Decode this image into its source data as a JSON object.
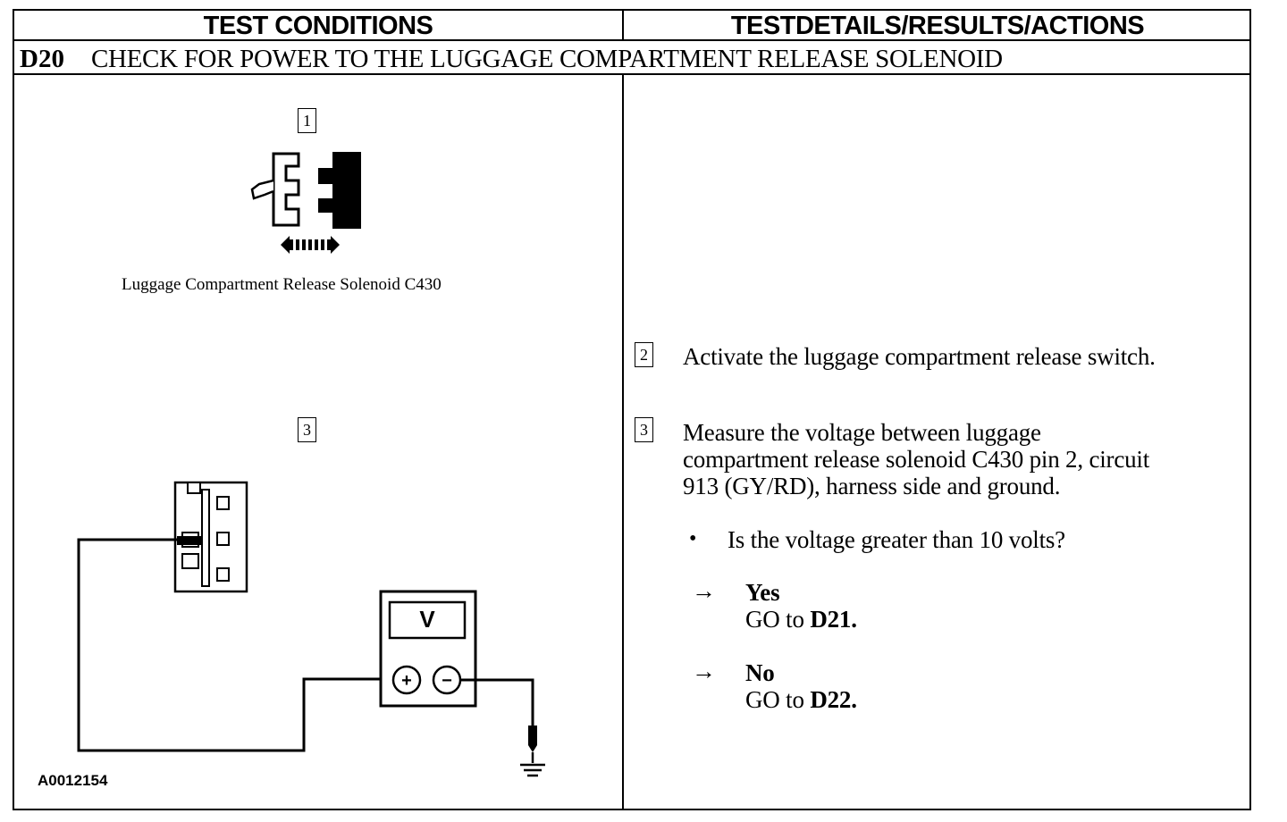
{
  "header": {
    "left": "TEST CONDITIONS",
    "right": "TESTDETAILS/RESULTS/ACTIONS"
  },
  "step": {
    "id": "D20",
    "title": "CHECK FOR POWER TO THE LUGGAGE COMPARTMENT RELEASE SOLENOID"
  },
  "left_panel": {
    "box1": "1",
    "box3": "3",
    "caption": "Luggage Compartment Release Solenoid C430",
    "figure_id": "A0012154",
    "meter_label": "V",
    "plus_symbol": "+",
    "minus_symbol": "−"
  },
  "right_panel": {
    "step2_num": "2",
    "step2_text": "Activate the luggage compartment release switch.",
    "step3_num": "3",
    "step3_line1": "Measure the voltage between luggage",
    "step3_line2": "compartment release solenoid C430 pin 2, circuit",
    "step3_line3": "913 (GY/RD), harness side and ground.",
    "bullet": "•",
    "question": "Is the voltage greater than 10 volts?",
    "arrow": "→",
    "yes_label": "Yes",
    "yes_go": "GO to ",
    "yes_target": "D21.",
    "no_label": "No",
    "no_go": "GO to ",
    "no_target": "D22."
  }
}
